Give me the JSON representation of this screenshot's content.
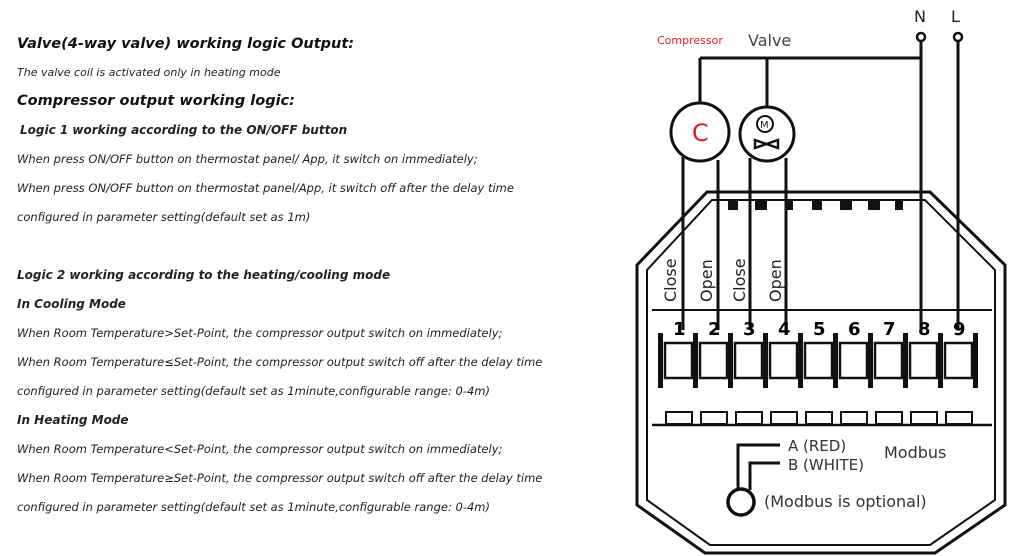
{
  "text": {
    "valve_heading": "Valve(4-way valve) working logic Output:",
    "valve_desc": "The valve coil is activated only in heating mode",
    "compressor_heading": "Compressor output working logic:",
    "logic1_heading": "Logic 1 working according to the ON/OFF button",
    "logic1_line1": "When press ON/OFF button on thermostat panel/ App, it switch on immediately;",
    "logic1_line2": "When press ON/OFF button on thermostat panel/App, it switch off after the delay time",
    "logic1_line3": "configured in parameter setting(default set as 1m)",
    "logic2_heading": "Logic 2 working according to the heating/cooling mode",
    "cooling_heading": "In Cooling Mode",
    "cooling_line1": "When Room Temperature>Set-Point, the compressor output switch on immediately;",
    "cooling_line2": "When Room Temperature≤Set-Point, the compressor output switch off after the delay time",
    "cooling_line3": "configured in parameter setting(default set as 1minute,configurable range: 0-4m)",
    "heating_heading": "In Heating Mode",
    "heating_line1": "When Room Temperature<Set-Point, the compressor output switch on immediately;",
    "heating_line2": "When Room Temperature≥Set-Point, the compressor output switch off after the delay time",
    "heating_line3": "configured in parameter setting(default set as 1minute,configurable range: 0-4m)"
  },
  "diagram": {
    "compressor_label": "Compressor",
    "valve_label": "Valve",
    "n_label": "N",
    "l_label": "L",
    "compressor_symbol": "C",
    "motor_symbol": "M",
    "wire_labels": [
      "Close",
      "Open",
      "Close",
      "Open"
    ],
    "terminals": [
      "1",
      "2",
      "3",
      "4",
      "5",
      "6",
      "7",
      "8",
      "9"
    ],
    "modbus_a": "A (RED)",
    "modbus_b": "B (WHITE)",
    "modbus_label": "Modbus",
    "modbus_note": "(Modbus is optional)",
    "accent_color": "#e02020"
  }
}
